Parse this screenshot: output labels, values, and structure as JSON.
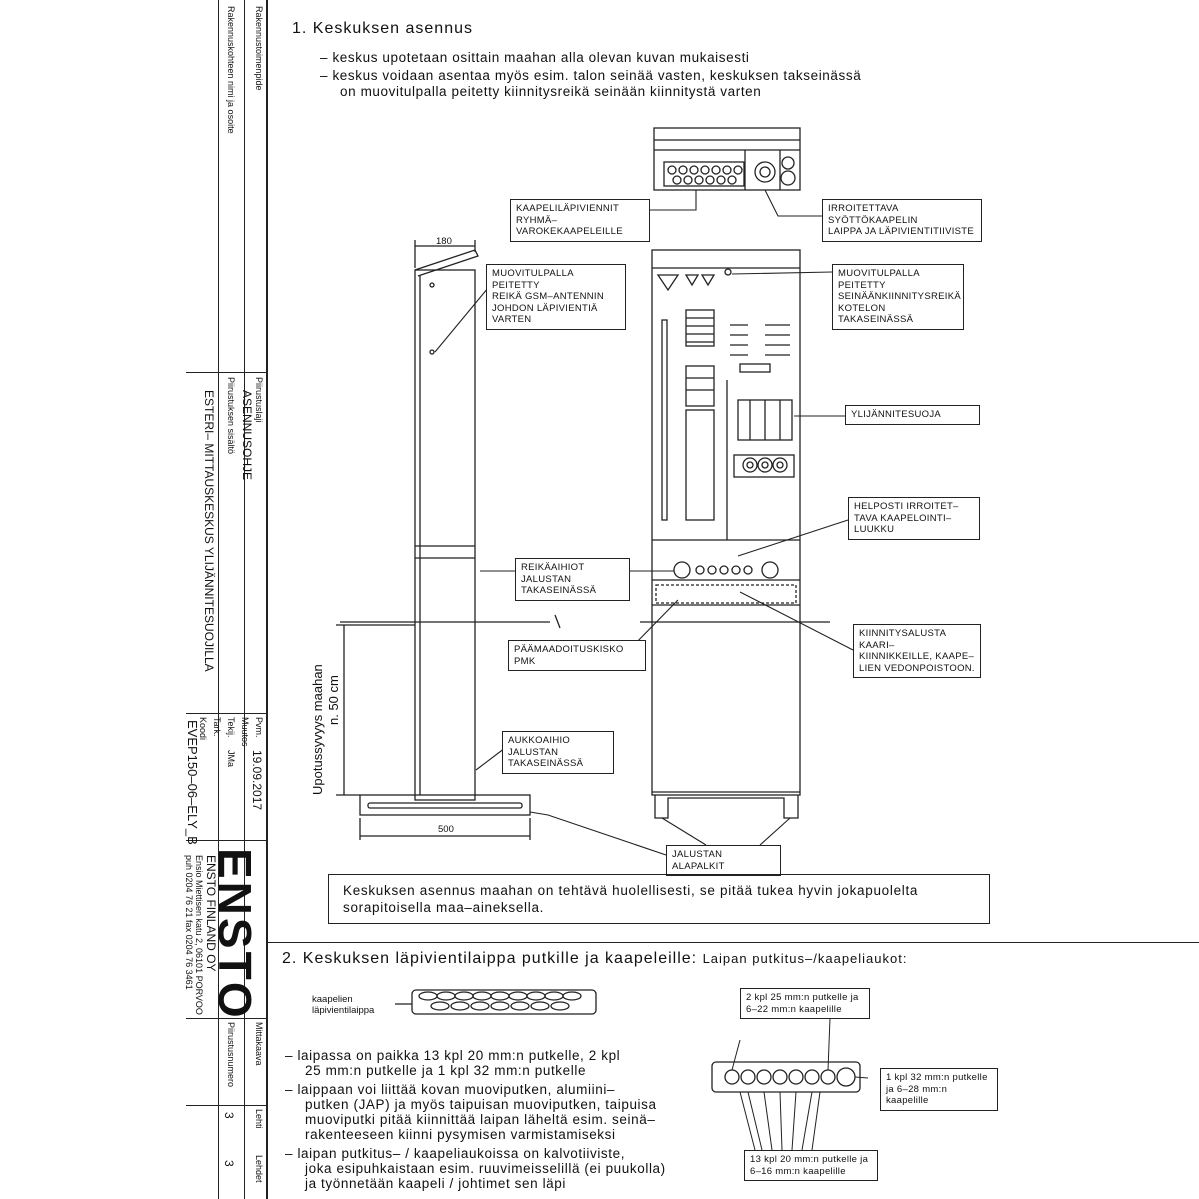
{
  "section1": {
    "title": "1.  Keskuksen asennus",
    "bullets": [
      "–  keskus upotetaan osittain maahan alla olevan kuvan mukaisesti",
      "–  keskus voidaan asentaa myös esim. talon seinää vasten, keskuksen takseinässä",
      "on muovitulpalla peitetty kiinnitysreikä seinään kiinnitystä varten"
    ]
  },
  "callouts": {
    "kaapelilapiviennit": [
      "KAAPELILÄPIVIENNIT RYHMÄ–",
      "VAROKEKAAPELEILLE"
    ],
    "irroitettava": [
      "IRROITETTAVA SYÖTTÖKAAPELIN",
      "LAIPPA JA LÄPIVIENTITIIVISTE"
    ],
    "gsm": [
      "MUOVITULPALLA PEITETTY",
      "REIKÄ GSM–ANTENNIN",
      "JOHDON LÄPIVIENTIÄ",
      "VARTEN"
    ],
    "seinakiinnitys": [
      "MUOVITULPALLA PEITETTY",
      "SEINÄÄNKIINNITYSREIKÄ",
      "KOTELON TAKASEINÄSSÄ"
    ],
    "ylijannitesuoja": [
      "YLIJÄNNITESUOJA"
    ],
    "helposti": [
      "HELPOSTI IRROITET–",
      "TAVA KAAPELOINTI–",
      "LUUKKU"
    ],
    "reikaaihiot": [
      "REIKÄAIHIOT JALUSTAN",
      "TAKASEINÄSSÄ"
    ],
    "paamaadoitus": [
      "PÄÄMAADOITUSKISKO PMK"
    ],
    "kiinnitysalusta": [
      "KIINNITYSALUSTA KAARI–",
      "KIINNIKKEILLE, KAAPE–",
      "LIEN VEDONPOISTOON."
    ],
    "aukkoaihio": [
      "AUKKOAIHIO JALUSTAN",
      "TAKASEINÄSSÄ"
    ],
    "alapalkit": [
      "JALUSTAN ALAPALKIT"
    ]
  },
  "dimensions": {
    "top_width": "180",
    "base_width": "500",
    "depth_label_1": "Upotussyvyys maahan",
    "depth_label_2": "n. 50 cm"
  },
  "note": "Keskuksen asennus maahan on tehtävä huolellisesti, se pitää tukea hyvin jokapuolelta sorapitoisella maa–aineksella.",
  "section2": {
    "title": "2.  Keskuksen läpivientilaippa putkille ja kaapeleille:",
    "subtitle": "Laipan putkitus–/kaapeliaukot:",
    "flange_label": [
      "kaapelien",
      "läpivientilaippa"
    ],
    "bullets": [
      [
        "–  laipassa on paikka 13 kpl 20 mm:n putkelle, 2 kpl",
        "25 mm:n putkelle ja 1 kpl 32 mm:n putkelle"
      ],
      [
        "–  laippaan voi liittää kovan muoviputken, alumiini–",
        "putken (JAP) ja myös taipuisan muoviputken, taipuisa",
        "muoviputki pitää kiinnittää laipan läheltä esim. seinä–",
        "rakenteeseen kiinni pysymisen varmistamiseksi"
      ],
      [
        "–  laipan putkitus– / kaapeliaukoissa on kalvotiiviste,",
        "joka esipuhkaistaan esim. ruuvimeisselillä (ei puukolla)",
        "ja työnnetään kaapeli / johtimet sen läpi"
      ]
    ],
    "hole_labels": {
      "two25": [
        "2 kpl 25 mm:n putkelle ja",
        "6–22 mm:n kaapelille"
      ],
      "one32": [
        "1 kpl 32 mm:n putkelle",
        "ja 6–28 mm:n kaapelille"
      ],
      "thirteen20": [
        "13 kpl 20 mm:n putkelle ja",
        "6–16 mm:n kaapelille"
      ]
    }
  },
  "title_block": {
    "rakennustoimenpide": "Rakennustoimenpide",
    "rakennuskohde": "Rakennuskohteen nimi ja osoite",
    "piirustuslaji_label": "Piirustuslaji",
    "piirustuslaji": "ASENNUSOHJE",
    "sisalto_label": "Piirustuksen sisältö",
    "sisalto": "ESTERI– MITTAUSKESKUS YLIJÄNNITESUOJILLA",
    "pvm_label": "Pvm.",
    "pvm": "19.09.2017",
    "muutos_label": "Muutos",
    "tekija_label": "Tekij.",
    "tekija": "JMa",
    "tark_label": "Tark.",
    "koodi_label": "Koodi",
    "koodi": "EVEP150–06–ELY_B",
    "logo": "ENSTO",
    "company": "ENSTO FINLAND OY",
    "address": "Ensio Miettisen katu 2, 06101 PORVOO",
    "phone": "puh 0204 76 21  fax 0204 76 3461",
    "mittakaava_label": "Mittakaava",
    "piirustusnumero_label": "Piirustusnumero",
    "lehti_label": "Lehti",
    "lehti": "3",
    "lehdet_label": "Lehdet",
    "lehdet": "3"
  },
  "colors": {
    "line": "#222222",
    "background": "#ffffff"
  }
}
